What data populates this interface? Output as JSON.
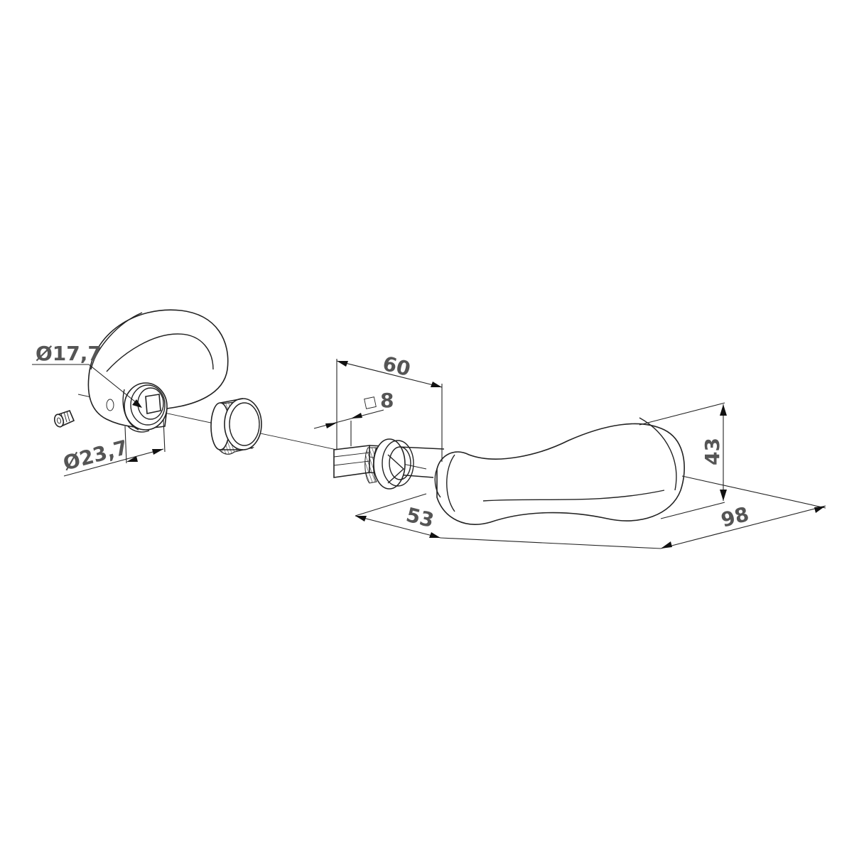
{
  "dimensions": {
    "dia_inner": "Ø17,7",
    "dia_outer": "Ø23,7",
    "spindle_length": "60",
    "square_size": "8",
    "spindle_exposed": "53",
    "handle_height": "43",
    "handle_length": "98"
  },
  "colors": {
    "line": "#222222",
    "label": "#555555",
    "background": "#ffffff"
  }
}
